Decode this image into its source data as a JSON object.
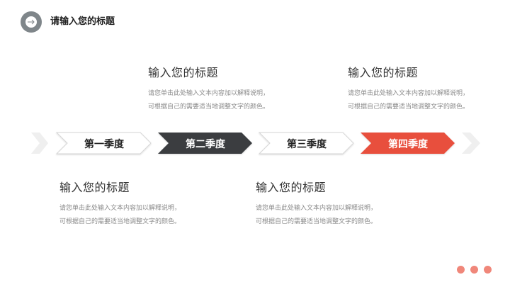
{
  "header": {
    "title": "请输入您的标题",
    "icon": "arrow-right-icon"
  },
  "steps": [
    {
      "label": "第一季度",
      "style": "outline",
      "fill": "#ffffff",
      "text_color": "#222222"
    },
    {
      "label": "第二季度",
      "style": "filled",
      "fill": "#3a3d40",
      "text_color": "#ffffff"
    },
    {
      "label": "第三季度",
      "style": "outline",
      "fill": "#ffffff",
      "text_color": "#222222"
    },
    {
      "label": "第四季度",
      "style": "filled",
      "fill": "#e8503d",
      "text_color": "#ffffff"
    }
  ],
  "blocks": [
    {
      "title": "输入您的标题",
      "line1": "请您单击此处输入文本内容加以解释说明，",
      "line2": "可根据自己的需要适当地调整文字的颜色。"
    },
    {
      "title": "输入您的标题",
      "line1": "请您单击此处输入文本内容加以解释说明，",
      "line2": "可根据自己的需要适当地调整文字的颜色。"
    },
    {
      "title": "输入您的标题",
      "line1": "请您单击此处输入文本内容加以解释说明，",
      "line2": "可根据自己的需要适当地调整文字的颜色。"
    },
    {
      "title": "输入您的标题",
      "line1": "请您单击此处输入文本内容加以解释说明，",
      "line2": "可根据自己的需要适当地调整文字的颜色。"
    }
  ],
  "colors": {
    "accent": "#e8503d",
    "dark": "#3a3d40",
    "dots": "#f0877a",
    "muted_chevron": "#efefef"
  }
}
